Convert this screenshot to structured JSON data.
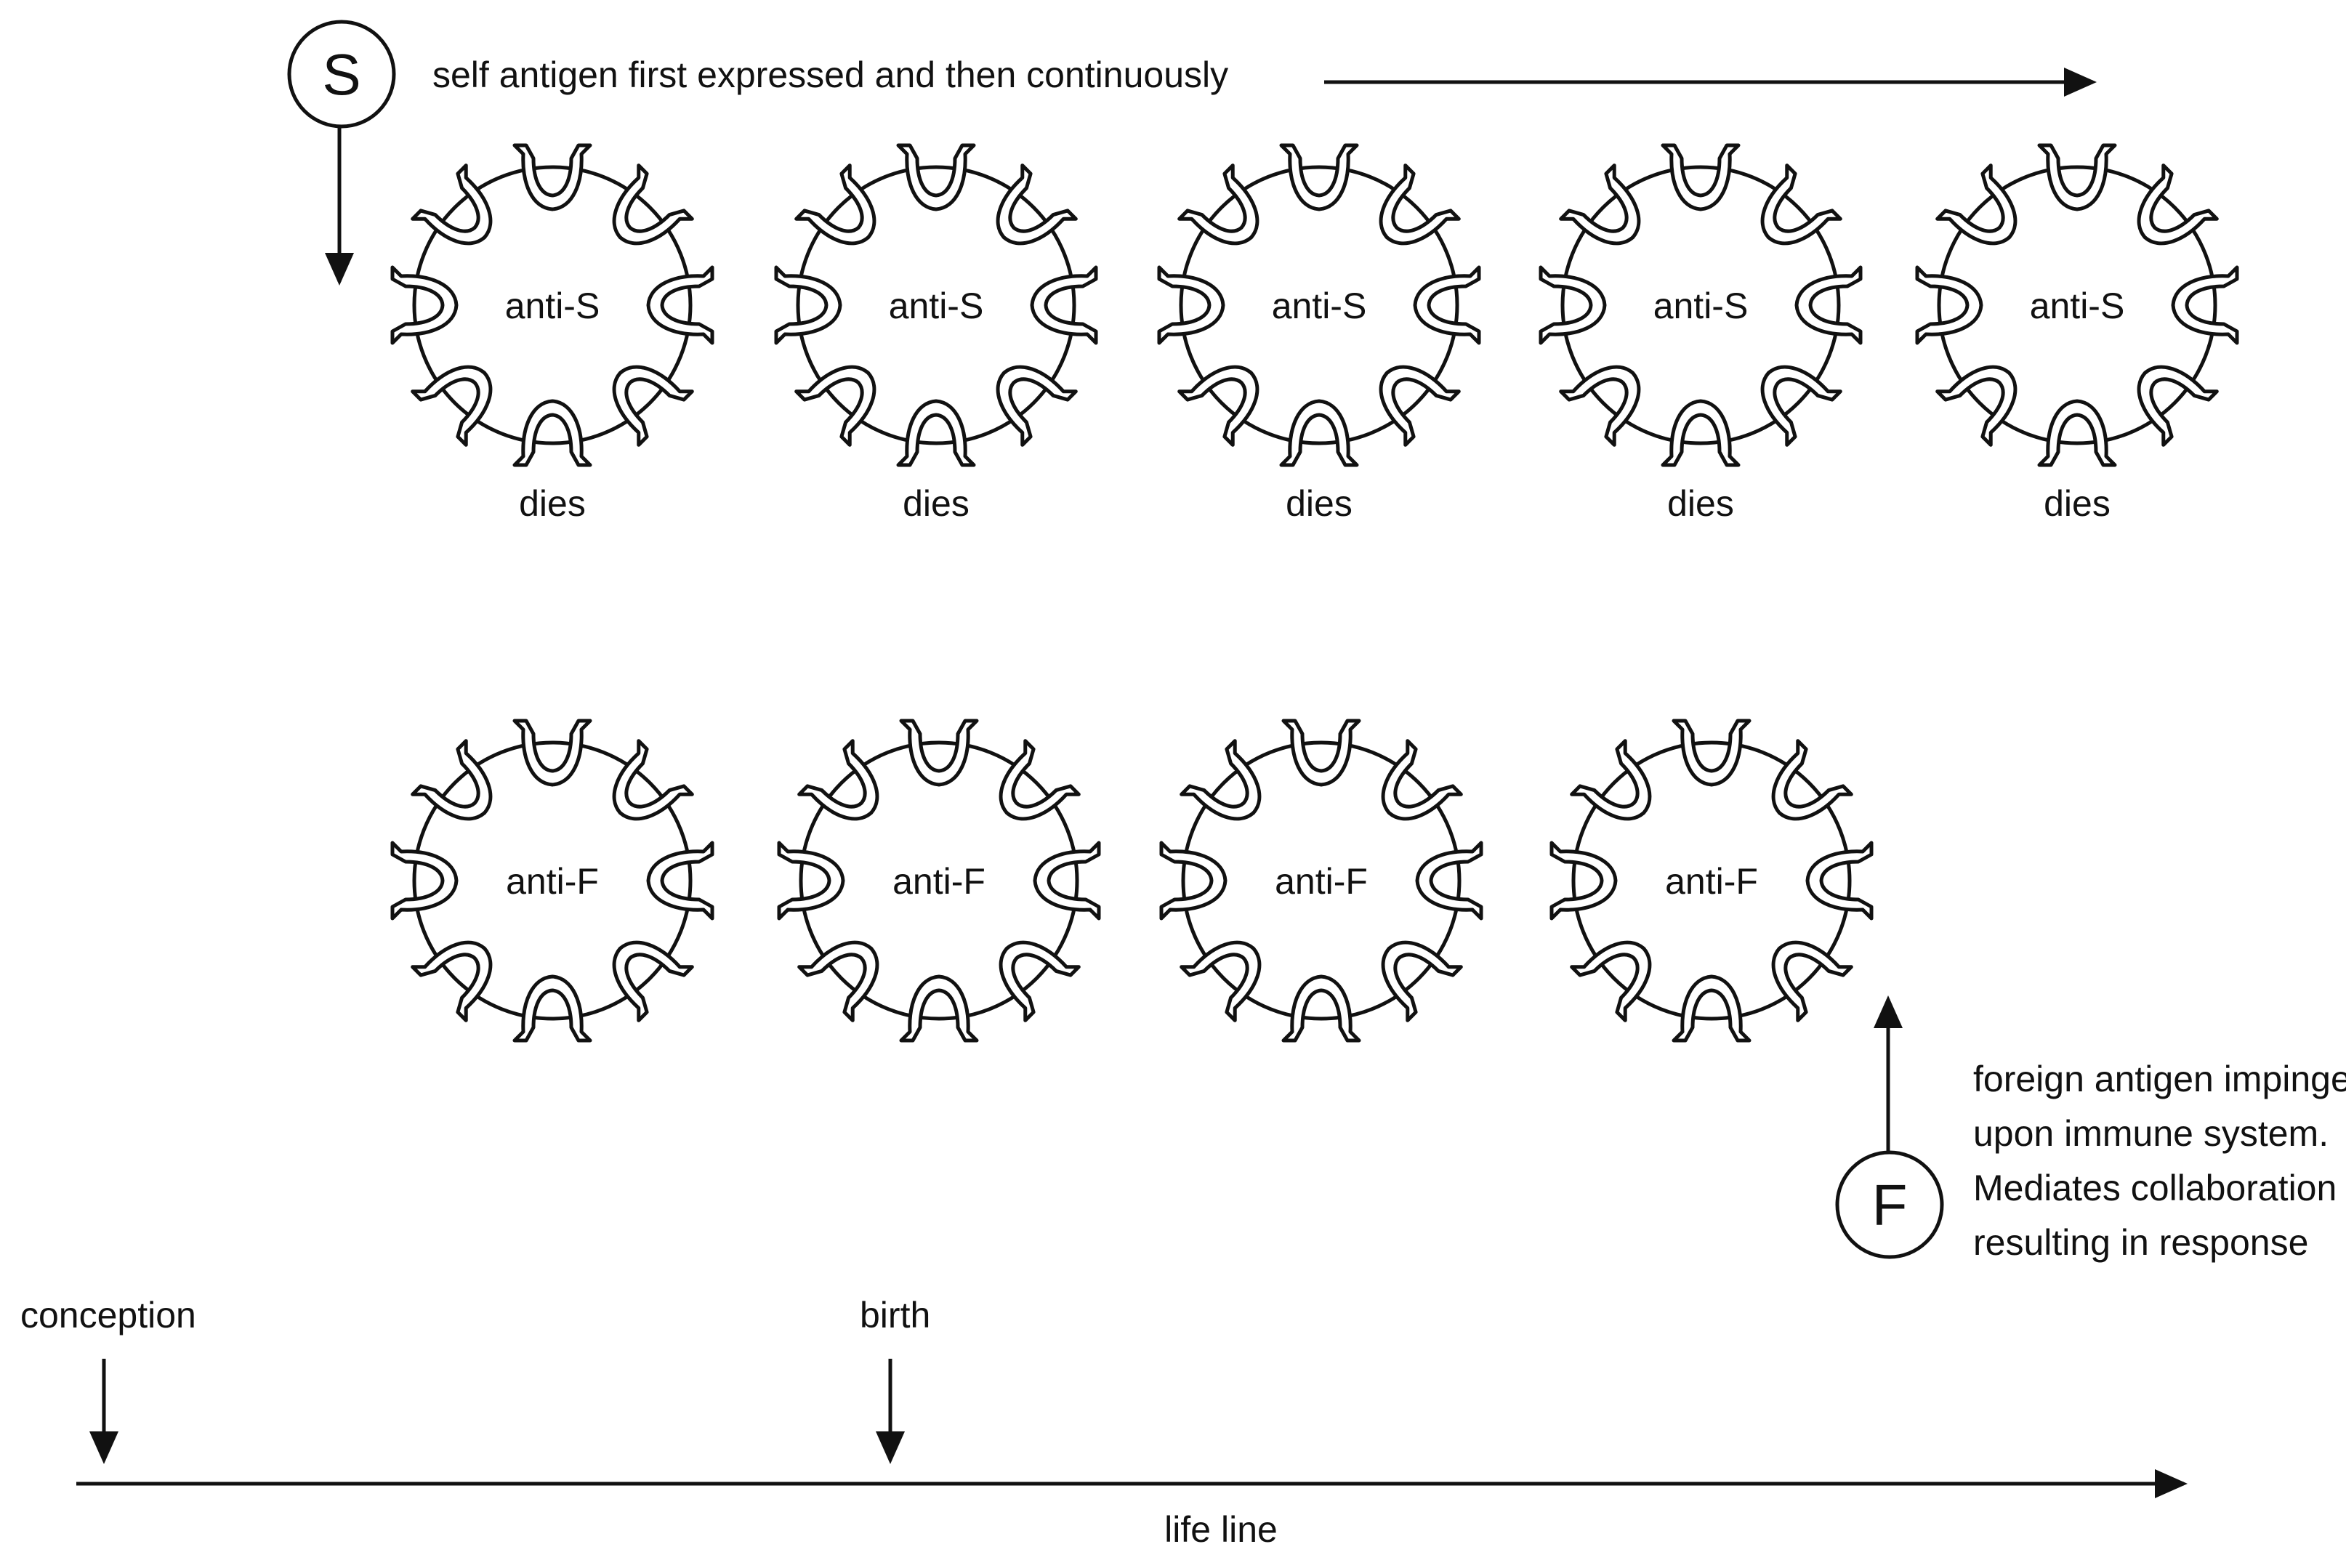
{
  "self_antigen": {
    "letter": "S",
    "caption": "self antigen first expressed and then continuously"
  },
  "foreign_antigen": {
    "letter": "F",
    "caption_lines": [
      "foreign antigen impinges",
      "upon immune system.",
      "Mediates collaboration",
      "resulting in response"
    ]
  },
  "self_row": {
    "cell_label": "anti-S",
    "fate_label": "dies",
    "cells": [
      {
        "label": "anti-S",
        "fate": "dies"
      },
      {
        "label": "anti-S",
        "fate": "dies"
      },
      {
        "label": "anti-S",
        "fate": "dies"
      },
      {
        "label": "anti-S",
        "fate": "dies"
      },
      {
        "label": "anti-S",
        "fate": "dies"
      }
    ]
  },
  "foreign_row": {
    "cells": [
      {
        "label": "anti-F"
      },
      {
        "label": "anti-F"
      },
      {
        "label": "anti-F"
      },
      {
        "label": "anti-F"
      }
    ]
  },
  "timeline": {
    "label": "life line",
    "events": [
      {
        "label": "conception"
      },
      {
        "label": "birth"
      }
    ]
  },
  "colors": {
    "stroke": "#111111",
    "background": "#ffffff"
  }
}
